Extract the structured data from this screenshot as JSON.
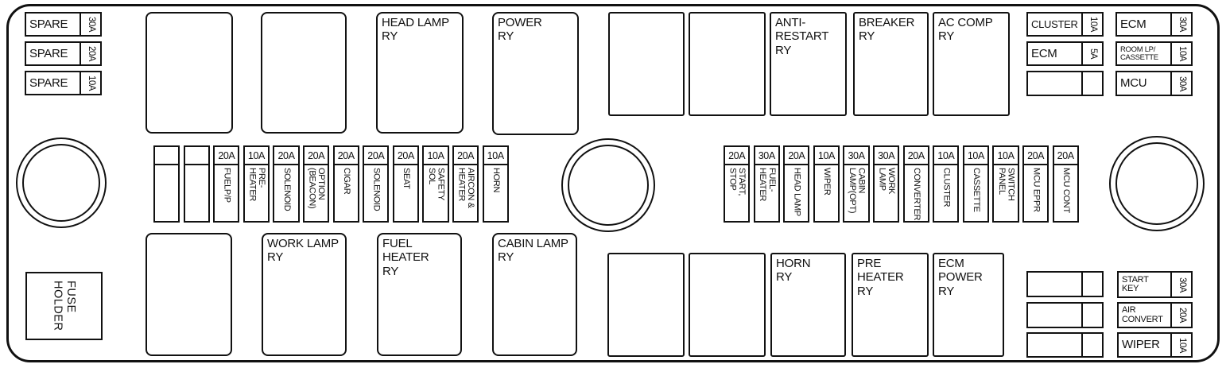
{
  "colors": {
    "line": "#111111",
    "background": "#ffffff"
  },
  "spare_fuses": [
    {
      "label": "SPARE",
      "amp": "30A"
    },
    {
      "label": "SPARE",
      "amp": "20A"
    },
    {
      "label": "SPARE",
      "amp": "10A"
    }
  ],
  "top_relays": [
    {
      "label": ""
    },
    {
      "label": ""
    },
    {
      "label": "HEAD LAMP\nRY"
    },
    {
      "label": "POWER\nRY"
    },
    {
      "label": ""
    },
    {
      "label": ""
    },
    {
      "label": "ANTI-\nRESTART\nRY"
    },
    {
      "label": "BREAKER\nRY"
    },
    {
      "label": "AC COMP\nRY"
    }
  ],
  "top_right_fuses": {
    "col1": [
      {
        "label": "CLUSTER",
        "amp": "10A"
      },
      {
        "label": "ECM",
        "amp": "5A"
      },
      {
        "label": "",
        "amp": ""
      }
    ],
    "col2": [
      {
        "label": "ECM",
        "amp": "30A"
      },
      {
        "label": "ROOM LP/\nCASSETTE",
        "amp": "10A"
      },
      {
        "label": "MCU",
        "amp": "30A"
      }
    ]
  },
  "middle_left_fuses": [
    {
      "amp": "",
      "label": ""
    },
    {
      "amp": "",
      "label": ""
    },
    {
      "amp": "20A",
      "label": "FUELP/P"
    },
    {
      "amp": "10A",
      "label": "PRE-\nHEATER"
    },
    {
      "amp": "20A",
      "label": "SOLENOID"
    },
    {
      "amp": "20A",
      "label": "OPTION\n(BEACON)"
    },
    {
      "amp": "20A",
      "label": "CIGAR"
    },
    {
      "amp": "20A",
      "label": "SOLENOID"
    },
    {
      "amp": "20A",
      "label": "SEAT"
    },
    {
      "amp": "10A",
      "label": "SAFETY\nSOL"
    },
    {
      "amp": "20A",
      "label": "AIRCON &\nHEATER"
    },
    {
      "amp": "10A",
      "label": "HORN"
    }
  ],
  "middle_right_fuses": [
    {
      "amp": "20A",
      "label": "START,\nSTOP"
    },
    {
      "amp": "30A",
      "label": "FUEL-\nHEATER"
    },
    {
      "amp": "20A",
      "label": "HEAD LAMP"
    },
    {
      "amp": "10A",
      "label": "WIPER"
    },
    {
      "amp": "30A",
      "label": "CABIN\nLAMP(OPT)"
    },
    {
      "amp": "30A",
      "label": "WORK\nLAMP"
    },
    {
      "amp": "20A",
      "label": "CONVERTER"
    },
    {
      "amp": "10A",
      "label": "CLUSTER"
    },
    {
      "amp": "10A",
      "label": "CASSETTE"
    },
    {
      "amp": "10A",
      "label": "SWITCH\nPANEL"
    },
    {
      "amp": "20A",
      "label": "MCU EPPR"
    },
    {
      "amp": "20A",
      "label": "MCU CONT"
    }
  ],
  "fuse_holder": {
    "label": "FUSE\nHOLDER"
  },
  "bottom_relays": [
    {
      "label": ""
    },
    {
      "label": "WORK LAMP\nRY"
    },
    {
      "label": "FUEL\nHEATER\nRY"
    },
    {
      "label": "CABIN LAMP\nRY"
    },
    {
      "label": ""
    },
    {
      "label": ""
    },
    {
      "label": "HORN\nRY"
    },
    {
      "label": "PRE\nHEATER\nRY"
    },
    {
      "label": "ECM\nPOWER\nRY"
    }
  ],
  "bottom_right_fuses": {
    "blanks": [
      {
        "label": "",
        "amp": ""
      },
      {
        "label": "",
        "amp": ""
      },
      {
        "label": "",
        "amp": ""
      }
    ],
    "labeled": [
      {
        "label": "START\nKEY",
        "amp": "30A"
      },
      {
        "label": "AIR\nCONVERT",
        "amp": "20A"
      },
      {
        "label": "WIPER",
        "amp": "10A"
      }
    ]
  }
}
